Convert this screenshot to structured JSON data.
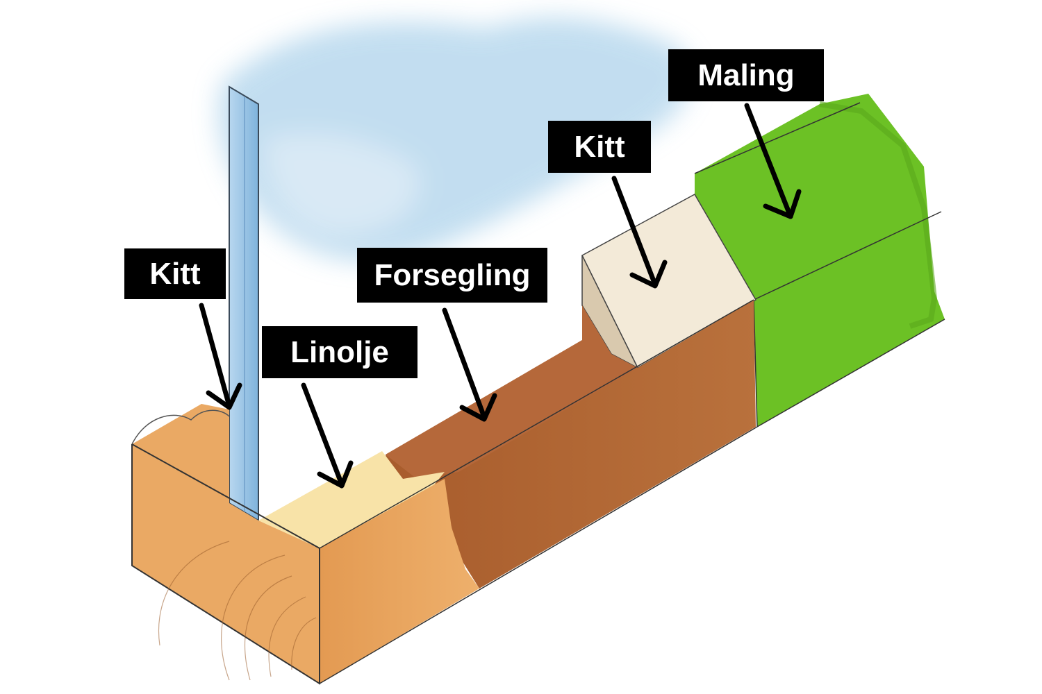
{
  "labels": {
    "kitt_left": "Kitt",
    "linolje": "Linolje",
    "forsegling": "Forsegling",
    "kitt_right": "Kitt",
    "maling": "Maling"
  },
  "colors": {
    "sky": "#a9d0ea",
    "glass": "#9cc6e6",
    "raw_wood": "#eaa964",
    "linseed_oil": "#f8e3a8",
    "sealed_wood": "#b86a38",
    "putty": "#f3ead8",
    "paint": "#6cc125",
    "label_bg": "#000000",
    "label_text": "#ffffff"
  }
}
